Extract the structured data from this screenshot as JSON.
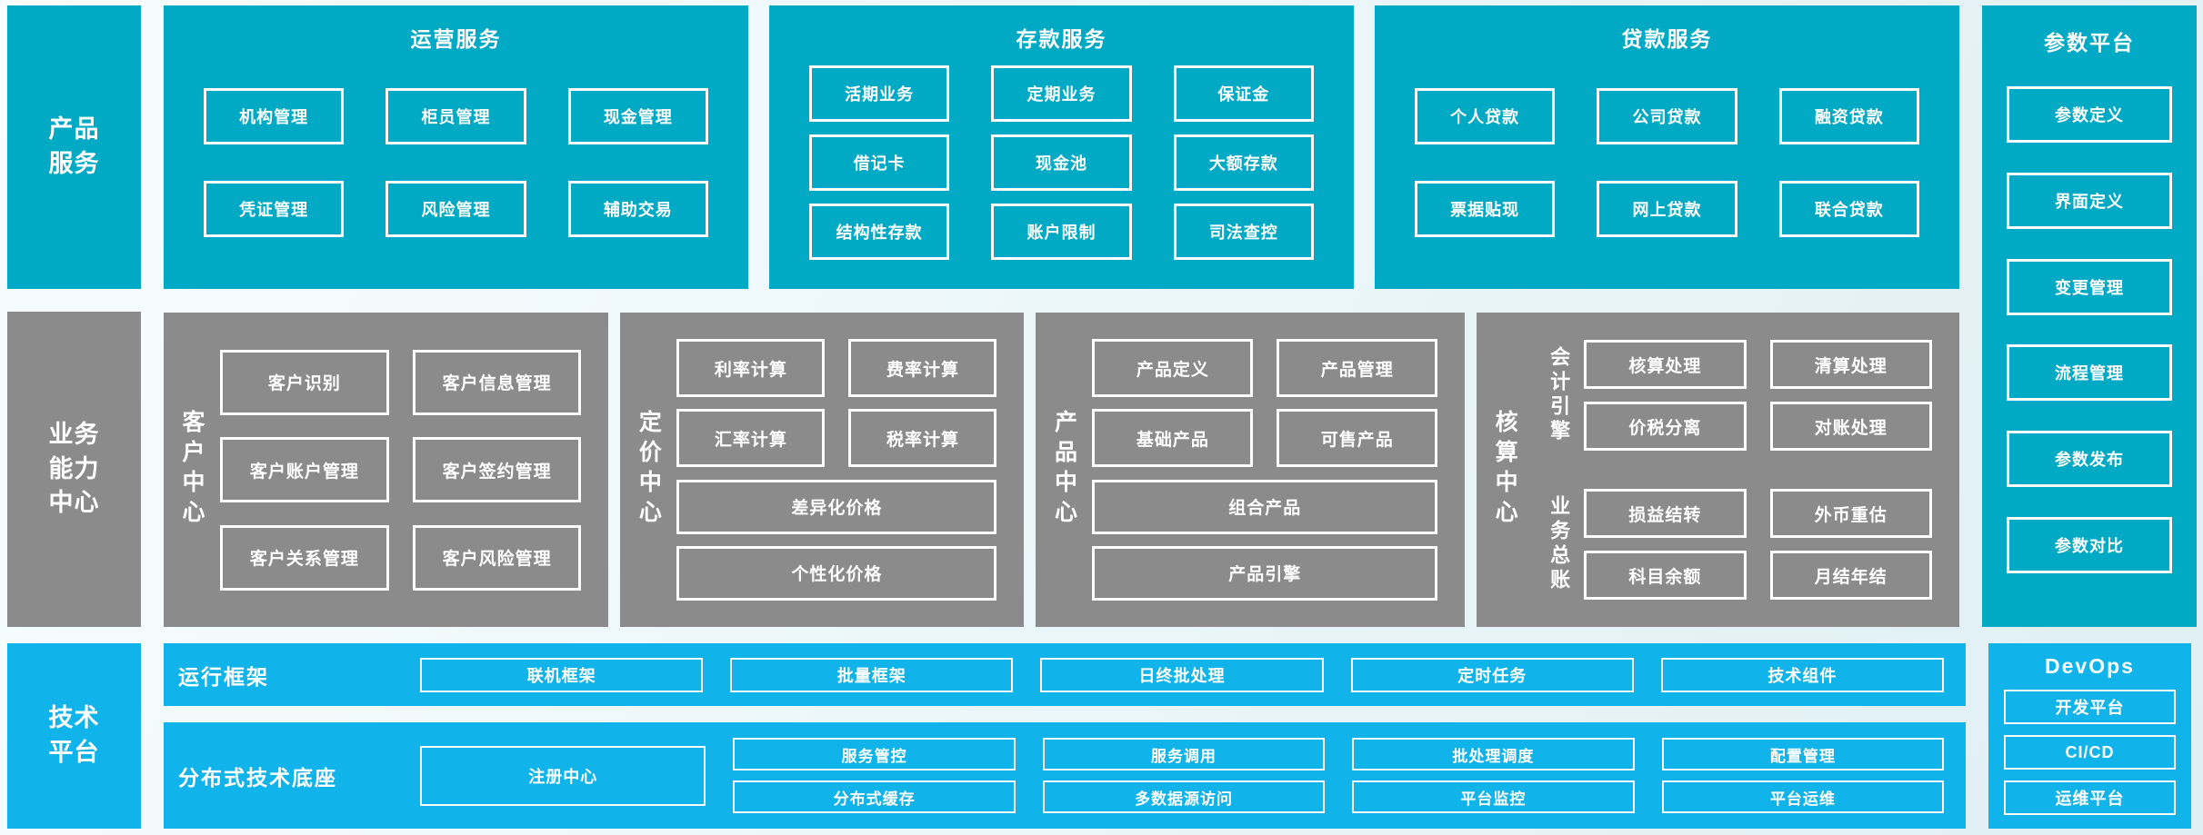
{
  "colors": {
    "teal": "#00a9c4",
    "light_blue": "#10b3ea",
    "gray": "#8b8b8b",
    "text": "#ffffff"
  },
  "left_labels": {
    "product_services": "产品\n服务",
    "business_capability_center": "业务\n能力\n中心",
    "technology_platform": "技术\n平台"
  },
  "top": {
    "operations": {
      "title": "运营服务",
      "rows": [
        [
          "机构管理",
          "柜员管理",
          "现金管理"
        ],
        [
          "凭证管理",
          "风险管理",
          "辅助交易"
        ]
      ]
    },
    "deposits": {
      "title": "存款服务",
      "rows": [
        [
          "活期业务",
          "定期业务",
          "保证金"
        ],
        [
          "借记卡",
          "现金池",
          "大额存款"
        ],
        [
          "结构性存款",
          "账户限制",
          "司法查控"
        ]
      ]
    },
    "loans": {
      "title": "贷款服务",
      "rows": [
        [
          "个人贷款",
          "公司贷款",
          "融资贷款"
        ],
        [
          "票据贴现",
          "网上贷款",
          "联合贷款"
        ]
      ]
    }
  },
  "parameter_platform": {
    "title": "参数平台",
    "items": [
      "参数定义",
      "界面定义",
      "变更管理",
      "流程管理",
      "参数发布",
      "参数对比"
    ]
  },
  "centers": {
    "customer": {
      "label": "客户中心",
      "rows": [
        [
          "客户识别",
          "客户信息管理"
        ],
        [
          "客户账户管理",
          "客户签约管理"
        ],
        [
          "客户关系管理",
          "客户风险管理"
        ]
      ]
    },
    "pricing": {
      "label": "定价中心",
      "rows": [
        [
          "利率计算",
          "费率计算"
        ],
        [
          "汇率计算",
          "税率计算"
        ]
      ],
      "wide": [
        "差异化价格",
        "个性化价格"
      ]
    },
    "product": {
      "label": "产品中心",
      "rows": [
        [
          "产品定义",
          "产品管理"
        ],
        [
          "基础产品",
          "可售产品"
        ]
      ],
      "wide": [
        "组合产品",
        "产品引擎"
      ]
    },
    "accounting": {
      "label": "核算中心",
      "groups": [
        {
          "label": "会计引擎",
          "rows": [
            [
              "核算处理",
              "清算处理"
            ],
            [
              "价税分离",
              "对账处理"
            ]
          ]
        },
        {
          "label": "业务总账",
          "rows": [
            [
              "损益结转",
              "外币重估"
            ],
            [
              "科目余额",
              "月结年结"
            ]
          ]
        }
      ]
    }
  },
  "technology": {
    "runtime": {
      "label": "运行框架",
      "items": [
        "联机框架",
        "批量框架",
        "日终批处理",
        "定时任务",
        "技术组件"
      ]
    },
    "distributed": {
      "label": "分布式技术底座",
      "registry": "注册中心",
      "columns": [
        [
          "服务管控",
          "分布式缓存"
        ],
        [
          "服务调用",
          "多数据源访问"
        ],
        [
          "批处理调度",
          "平台监控"
        ],
        [
          "配置管理",
          "平台运维"
        ]
      ]
    }
  },
  "devops": {
    "title": "DevOps",
    "items": [
      "开发平台",
      "CI/CD",
      "运维平台"
    ]
  }
}
